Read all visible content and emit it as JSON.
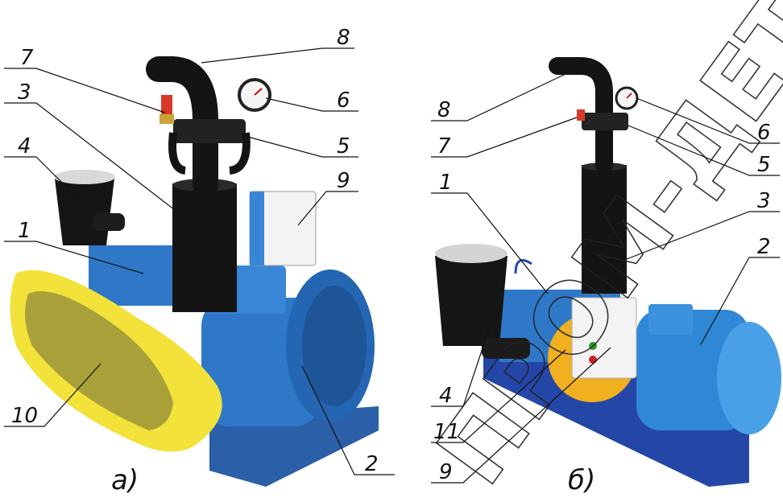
{
  "figure": {
    "panel_a": {
      "caption": "а)",
      "callouts": [
        "8",
        "7",
        "3",
        "4",
        "1",
        "6",
        "5",
        "9",
        "10",
        "2"
      ]
    },
    "panel_b": {
      "caption": "б)",
      "callouts": [
        "8",
        "7",
        "1",
        "6",
        "5",
        "3",
        "2",
        "4",
        "11",
        "9"
      ]
    },
    "watermark": "ПРОМ-ДЕТАЛЬ"
  },
  "colors": {
    "motor_blue": "#2f78c8",
    "belt_guard_yellow": "#f2e23a",
    "pipe_black": "#141414",
    "control_box_white": "#f3f3f3",
    "disc_yellow": "#f0b020"
  }
}
